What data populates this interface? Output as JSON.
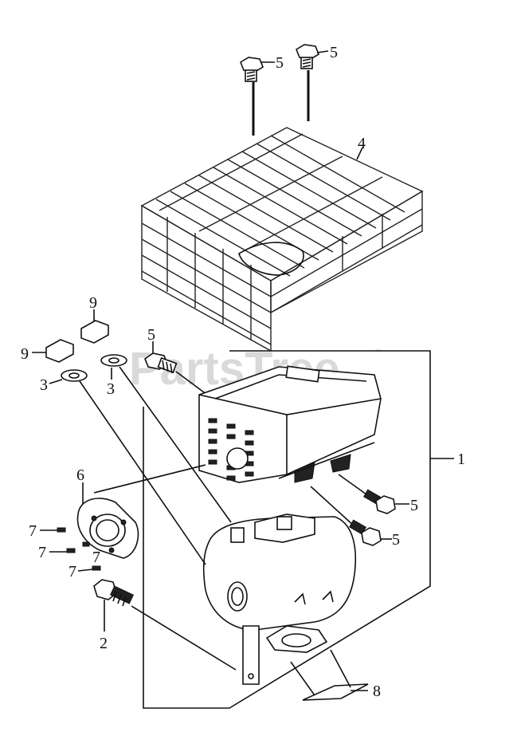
{
  "watermark": "PartsTree",
  "watermark_tm": "™",
  "callouts": {
    "c1": "1",
    "c2": "2",
    "c3a": "3",
    "c3b": "3",
    "c4": "4",
    "c5a": "5",
    "c5b": "5",
    "c5c": "5",
    "c5d": "5",
    "c5e": "5",
    "c6": "6",
    "c7a": "7",
    "c7b": "7",
    "c7c": "7",
    "c7d": "7",
    "c8": "8",
    "c9a": "9",
    "c9b": "9"
  }
}
